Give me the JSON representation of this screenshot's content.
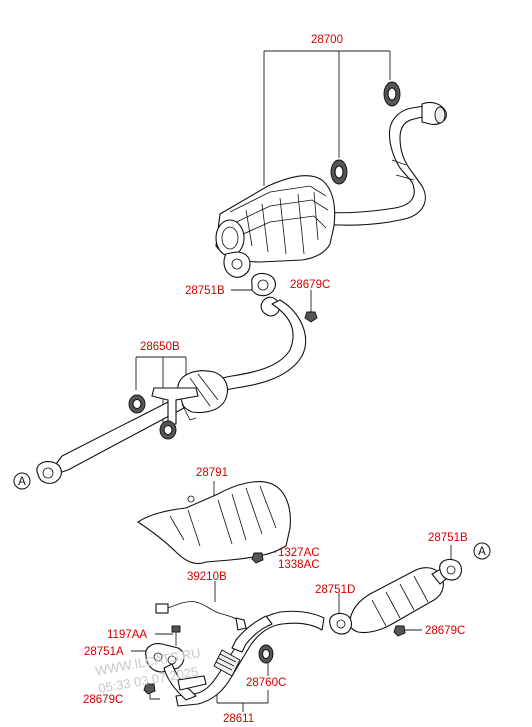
{
  "colors": {
    "label": "#d40000",
    "line": "#222222",
    "watermark": "#c8c8c8"
  },
  "labels": {
    "p28700": "28700",
    "p28751B_top": "28751B",
    "p28679C_top": "28679C",
    "p28650B": "28650B",
    "p28791": "28791",
    "p1327AC": "1327AC",
    "p1338AC": "1338AC",
    "p39210B": "39210B",
    "p28751B_right": "28751B",
    "p28751D": "28751D",
    "p1197AA": "1197AA",
    "p28751A": "28751A",
    "p28679C_right": "28679C",
    "p28760C": "28760C",
    "p28679C_bottom": "28679C",
    "p28611": "28611"
  },
  "connectors": {
    "left": "A",
    "right": "A"
  },
  "watermark": {
    "site": "WWW.ILCATS.RU",
    "timestamp": "05:33 03.07.2025"
  }
}
